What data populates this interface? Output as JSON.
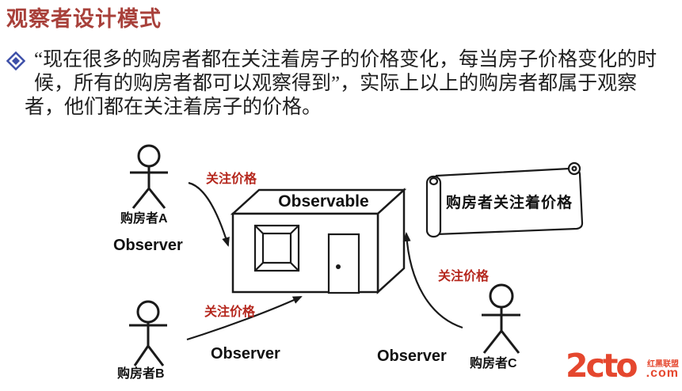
{
  "title": "观察者设计模式",
  "intro": {
    "lines": [
      "“现在很多的购房者都在关注着房子的价格变化，每当房子价格变化的时",
      "候，所有的购房者都可以观察得到”，实际上以上的购房者都属于观察",
      "者，他们都在关注着房子的价格。"
    ]
  },
  "diagram": {
    "subject_label": "Observable",
    "note_text": "购房者关注着价格",
    "buyers": [
      {
        "name": "购房者A",
        "role": "Observer",
        "action": "关注价格"
      },
      {
        "name": "购房者B",
        "role": "Observer",
        "action": "关注价格"
      },
      {
        "name": "购房者C",
        "role": "Observer",
        "action": "关注价格"
      }
    ]
  },
  "watermark": {
    "brand": "2cto",
    "domain_suffix": ".com",
    "tagline": "红黑联盟"
  },
  "colors": {
    "title": "#a8403a",
    "bullet_diamond": "#3c4ea8",
    "body_text": "#1f1f1f",
    "action_label": "#b5271d",
    "line": "#1a1a1a",
    "logo": "#e5472e",
    "background": "#ffffff"
  }
}
